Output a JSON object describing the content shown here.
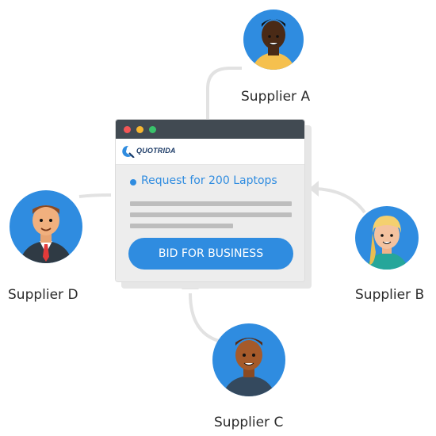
{
  "app": {
    "brand_name": "QUOTRIDA",
    "request_title": "Request for 200 Laptops",
    "bid_button_label": "BID FOR BUSINESS",
    "window_dots": [
      "#f35656",
      "#f7b731",
      "#39c36b"
    ]
  },
  "suppliers": [
    {
      "id": "A",
      "label": "Supplier A"
    },
    {
      "id": "B",
      "label": "Supplier B"
    },
    {
      "id": "C",
      "label": "Supplier C"
    },
    {
      "id": "D",
      "label": "Supplier D"
    }
  ],
  "colors": {
    "accent": "#2f8ce0",
    "circle": "#2f8ce0",
    "titlebar": "#414a52",
    "connector": "#e2e2e2"
  }
}
